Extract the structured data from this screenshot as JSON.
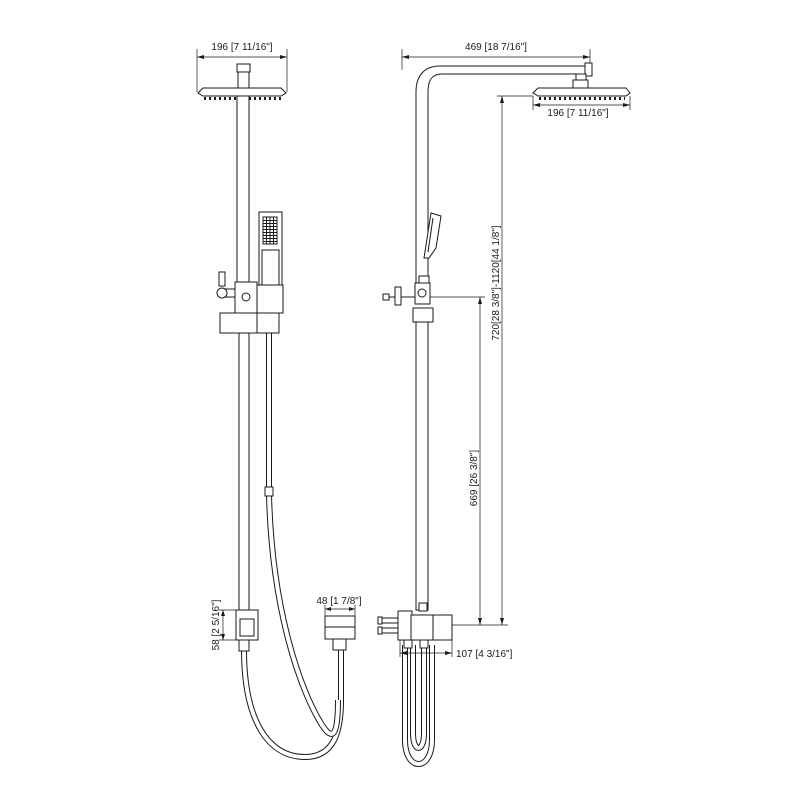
{
  "front_view": {
    "head_width_label": "196 [7 11/16\"]",
    "bracket_height_label": "58 [2 5/16\"]",
    "outlet_width_label": "48 [1 7/8\"]"
  },
  "side_view": {
    "arm_reach_label": "469 [18 7/16\"]",
    "head_width_label": "196 [7 11/16\"]",
    "height_range_label": "720[28 3/8\"]-1120[44 1/8\"]",
    "riser_height_label": "669 [26 3/8\"]",
    "valve_depth_label": "107 [4 3/16\"]"
  }
}
